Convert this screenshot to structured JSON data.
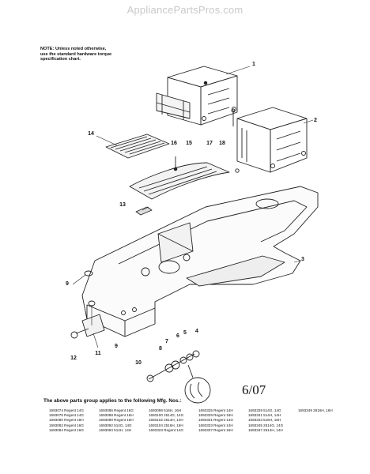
{
  "watermark": "AppliancePartsPros.com",
  "note": [
    "NOTE: Unless noted otherwise,",
    "use the standard hardware torque",
    "specification chart."
  ],
  "callouts": [
    "1",
    "2",
    "14",
    "16",
    "15",
    "17",
    "18",
    "13",
    "3",
    "9",
    "9",
    "11",
    "12",
    "10",
    "8",
    "7",
    "6",
    "5",
    "4"
  ],
  "date_code": "6/07",
  "applies_text": "The above parts group applies to the following Mfg. Nos.:",
  "models": [
    "1693074  Regent 14G",
    "1693086  Regent 16G",
    "1693098  516H, 16H",
    "1693325  Regent 14H",
    "1693329  514G, 14G",
    "1693349  2516H, 16H",
    "1693075  Regent 14G",
    "1693088  Regent 16H",
    "1693100  2514G, 14G",
    "1693329  Regent 16H",
    "1693341  514H, 14H",
    "",
    "1693080  Regent 16H",
    "1693090  Regent 16H",
    "1693102  2514H, 14H",
    "1693331  Regent 14G",
    "1693343  516H, 16H",
    "",
    "1693082  Regent 16G",
    "1693092  514G, 14G",
    "1693104  2516H, 16H",
    "1693333  Regent 14H",
    "1693345  2514G, 14G",
    "",
    "1693084  Regent 16G",
    "1693094  514H, 14H",
    "1693323  Regent 14G",
    "1693337  Regent 16H",
    "1693347  2514H, 14H",
    ""
  ]
}
